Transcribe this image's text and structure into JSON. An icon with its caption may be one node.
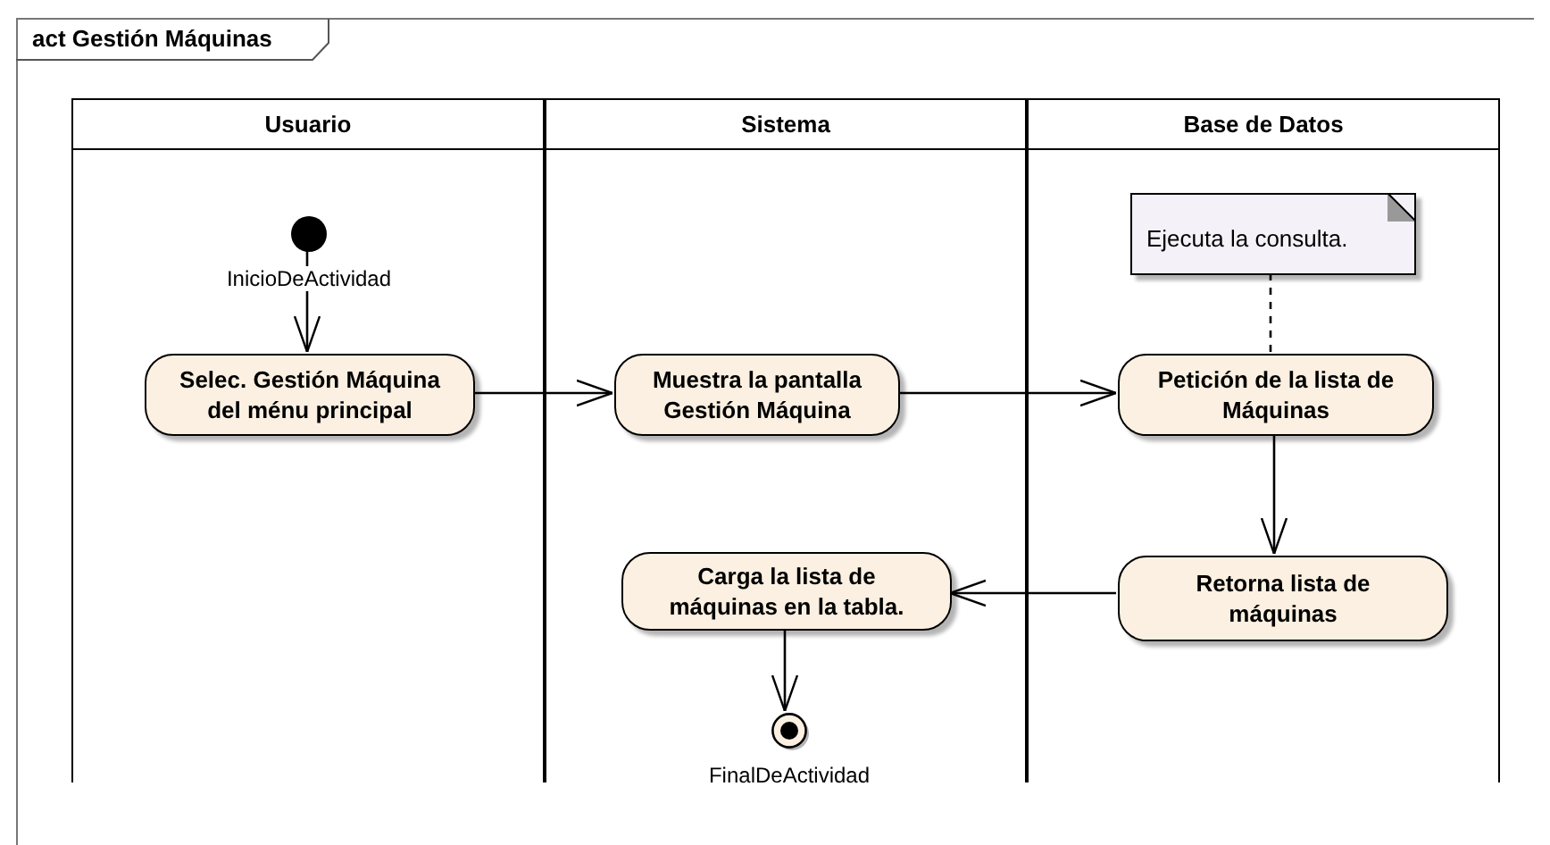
{
  "diagram": {
    "title": "act Gestión Máquinas",
    "nodes": [
      {
        "text": [
          "Usuario"
        ]
      },
      {
        "text": [
          "Sistema"
        ]
      },
      {
        "text": [
          "Base de Datos"
        ]
      },
      {
        "text": [],
        "shape": "circle",
        "in": 0,
        "beside": [
          "InicioDeActividad"
        ]
      },
      {
        "text": [
          "Selec. Gestión Máquina del ménu principal"
        ],
        "in": 0
      },
      {
        "text": [
          "Muestra la pantalla Gestión Máquina"
        ],
        "in": 1
      },
      {
        "text": [
          "Ejecuta la consulta."
        ],
        "in": 2
      },
      {
        "text": [
          "Petición de la lista de Máquinas"
        ],
        "in": 2
      },
      {
        "text": [
          "Retorna lista de máquinas"
        ],
        "in": 2
      },
      {
        "text": [
          "Carga la lista de máquinas en la tabla."
        ],
        "in": 1
      },
      {
        "text": [],
        "shape": "circle",
        "in": 1,
        "beside": [
          "FinalDeActividad"
        ]
      }
    ],
    "edges": [
      {
        "from": 3,
        "to": 4,
        "arrow": "to"
      },
      {
        "from": 4,
        "to": 5,
        "arrow": "to"
      },
      {
        "from": 5,
        "to": 7,
        "arrow": "to"
      },
      {
        "from": 6,
        "to": 7,
        "arrow": "none",
        "style": "dashed"
      },
      {
        "from": 7,
        "to": 8,
        "arrow": "to"
      },
      {
        "from": 8,
        "to": 9,
        "arrow": "to"
      },
      {
        "from": 9,
        "to": 10,
        "arrow": "to"
      }
    ]
  }
}
